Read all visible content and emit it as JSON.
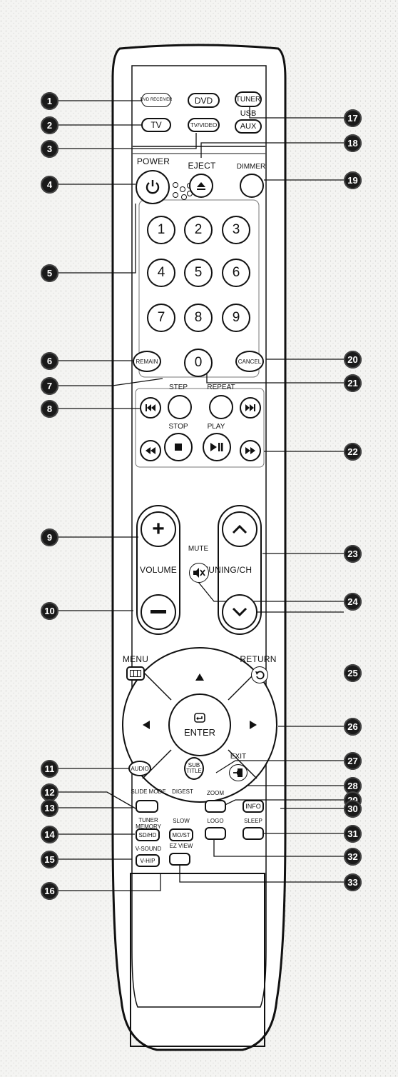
{
  "source_buttons": {
    "dvd_receiver": "DVD RECEIVER",
    "dvd": "DVD",
    "tuner": "TUNER",
    "usb": "USB",
    "aux": "AUX",
    "tv": "TV",
    "tv_video": "TV/VIDEO"
  },
  "top_row": {
    "power": "POWER",
    "eject": "EJECT",
    "dimmer": "DIMMER"
  },
  "numbers": [
    "1",
    "2",
    "3",
    "4",
    "5",
    "6",
    "7",
    "8",
    "9",
    "0"
  ],
  "middle": {
    "remain": "REMAIN",
    "cancel": "CANCEL",
    "step": "STEP",
    "repeat": "REPEAT",
    "stop": "STOP",
    "play": "PLAY"
  },
  "volume": {
    "mute": "MUTE",
    "volume": "VOLUME",
    "tuning": "TUNING/CH"
  },
  "nav": {
    "menu": "MENU",
    "return": "RETURN",
    "enter": "ENTER"
  },
  "bottom": {
    "audio": "AUDIO",
    "sub": "SUB",
    "title": "TITLE",
    "exit": "EXIT",
    "slide_mode": "SLIDE MODE",
    "digest": "DIGEST",
    "zoom": "ZOOM",
    "info": "INFO",
    "tuner": "TUNER",
    "memory": "MEMORY",
    "slow": "SLOW",
    "logo": "LOGO",
    "sleep": "SLEEP",
    "sd_hd": "SD/HD",
    "mo_st": "MO/ST",
    "v_sound": "V-SOUND",
    "ez_view": "EZ VIEW",
    "v_hp": "V-H/P"
  },
  "callouts": [
    "1",
    "2",
    "3",
    "4",
    "5",
    "6",
    "7",
    "8",
    "9",
    "10",
    "11",
    "12",
    "13",
    "14",
    "15",
    "16",
    "17",
    "18",
    "19",
    "20",
    "21",
    "22",
    "23",
    "24",
    "25",
    "26",
    "27",
    "28",
    "29",
    "30",
    "31",
    "32",
    "33"
  ]
}
